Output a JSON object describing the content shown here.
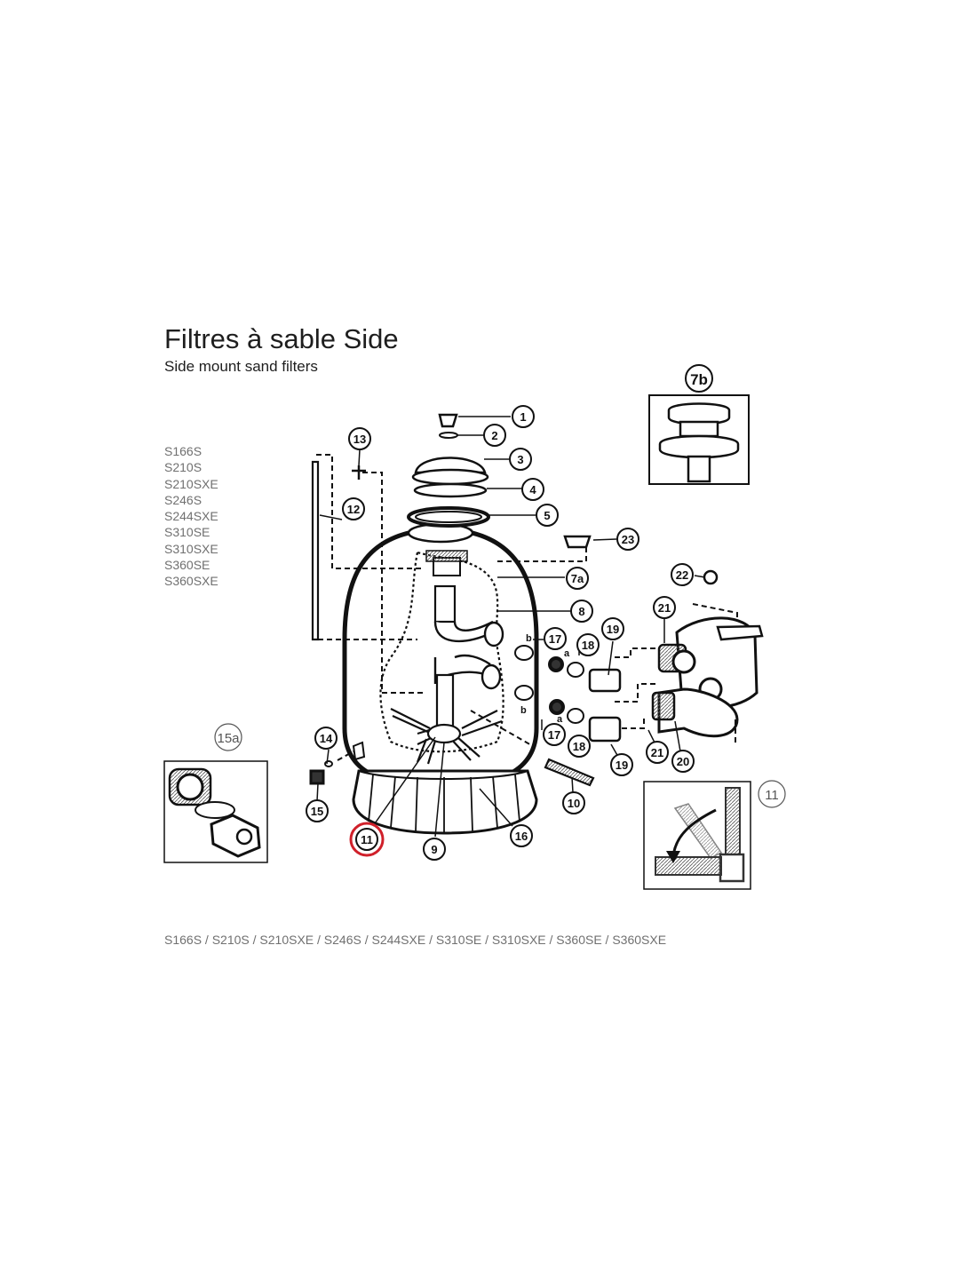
{
  "header": {
    "title": "Filtres à sable Side",
    "subtitle": "Side mount sand filters"
  },
  "models": [
    "S166S",
    "S210S",
    "S210SXE",
    "S246S",
    "S244SXE",
    "S310SE",
    "S310SXE",
    "S360SE",
    "S360SXE"
  ],
  "footer": "S166S / S210S / S210SXE / S246S / S244SXE / S310SE / S310SXE / S360SE / S360SXE",
  "callouts": {
    "c1": "1",
    "c2": "2",
    "c3": "3",
    "c4": "4",
    "c5": "5",
    "c7a": "7a",
    "c7b": "7b",
    "c8": "8",
    "c9": "9",
    "c10": "10",
    "c11": "11",
    "c12": "12",
    "c13": "13",
    "c14": "14",
    "c15": "15",
    "c15a": "15a",
    "c16": "16",
    "c17a": "17",
    "c17b": "17",
    "c18a": "18",
    "c18b": "18",
    "c19a": "19",
    "c19b": "19",
    "c20": "20",
    "c21a": "21",
    "c21b": "21",
    "c22": "22",
    "c23": "23",
    "c11inset": "11",
    "la1": "a",
    "lb1": "b",
    "la2": "a",
    "lb2": "b"
  },
  "highlight": {
    "part": "11",
    "color": "#d0202a"
  }
}
